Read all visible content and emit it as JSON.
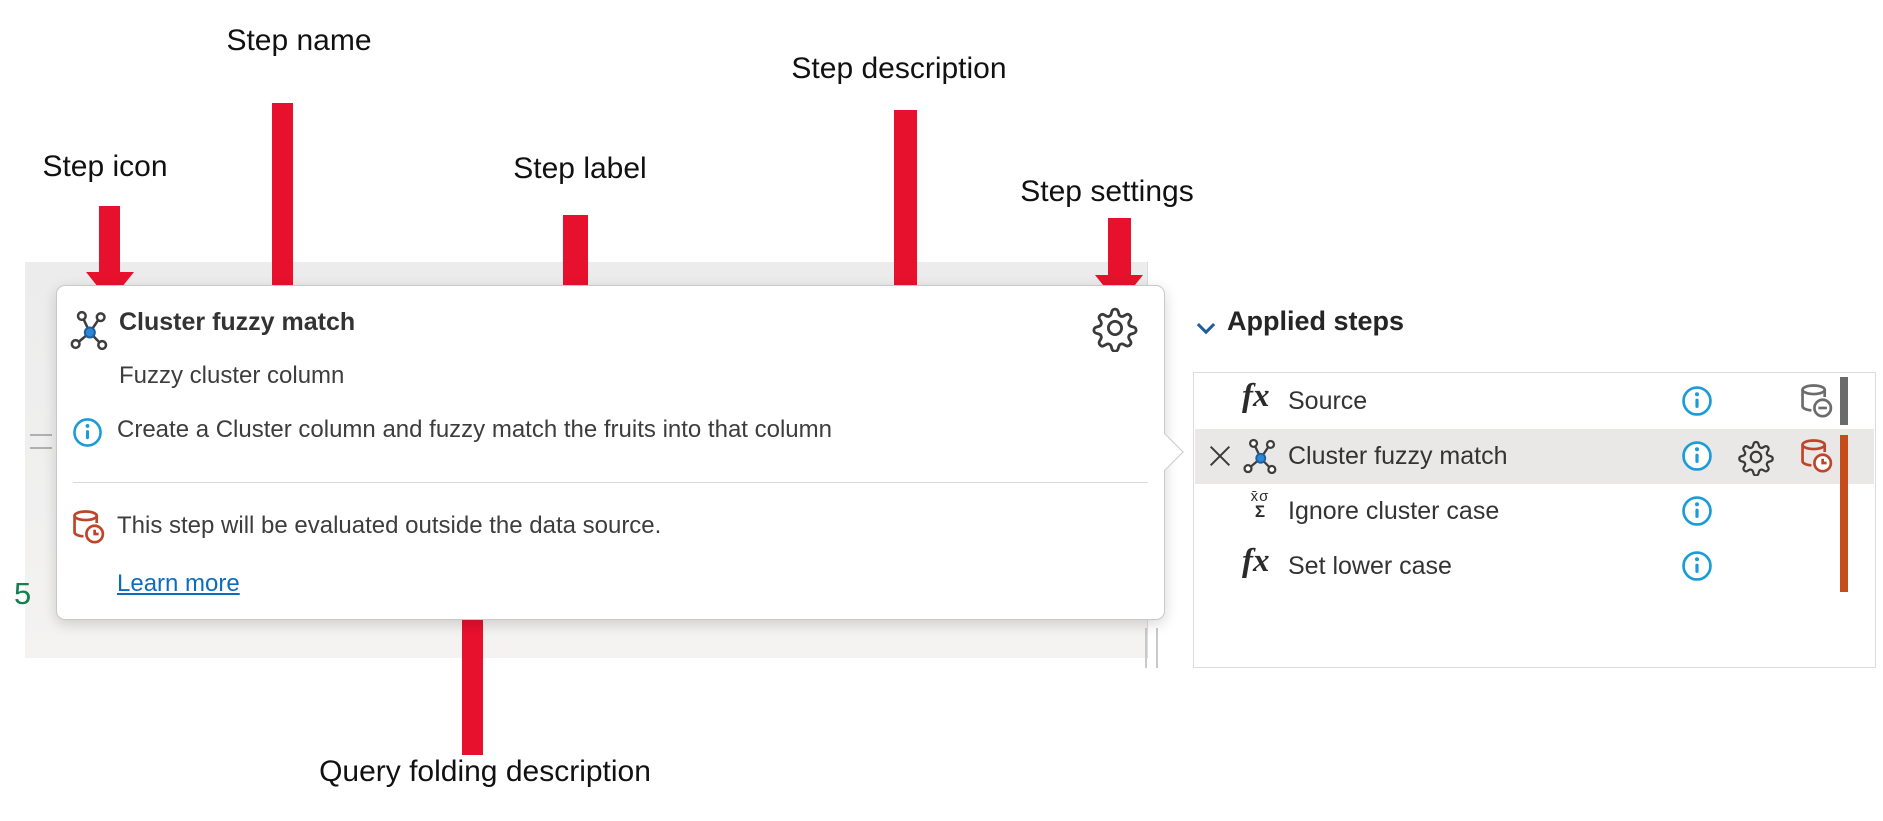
{
  "annotations": {
    "step_icon_label": "Step icon",
    "step_name_label": "Step name",
    "step_label_label": "Step label",
    "step_description_label": "Step description",
    "step_settings_label": "Step settings",
    "query_folding_label": "Query folding description"
  },
  "editor": {
    "visible_line_number": "5"
  },
  "tooltip": {
    "title": "Cluster fuzzy match",
    "step_label": "Fuzzy cluster column",
    "description": "Create a Cluster column and fuzzy match the fruits into that column",
    "folding_message": "This step will be evaluated outside the data source.",
    "learn_more_label": "Learn more",
    "icons": {
      "step": "cluster-icon",
      "settings": "gear-icon",
      "description": "info-icon",
      "folding": "database-clock-icon"
    }
  },
  "applied_steps": {
    "header": "Applied steps",
    "fx_icon_text": "fx",
    "stat_icon_top": "x̄σ",
    "stat_icon_bottom": "Σ",
    "steps": [
      {
        "label": "Source",
        "icon": "fx-icon",
        "indicator": "database-minus-icon",
        "folding": "folded"
      },
      {
        "label": "Cluster fuzzy match",
        "icon": "cluster-icon",
        "selected": true,
        "has_delete": true,
        "has_settings": true,
        "indicator": "database-clock-icon",
        "folding": "not-folded"
      },
      {
        "label": "Ignore cluster case",
        "icon": "statistics-icon",
        "folding": "not-folded"
      },
      {
        "label": "Set lower case",
        "icon": "fx-icon",
        "folding": "not-folded"
      }
    ]
  },
  "colors": {
    "annotation_arrow": "#e8112d",
    "info_blue": "#1b9bd8",
    "link_blue": "#0f6cbd",
    "folding_orange": "#c74c1b",
    "folded_gray": "#6b6b6b",
    "selected_row_bg": "#e9e8e6",
    "cluster_node_blue": "#2e86d4"
  }
}
